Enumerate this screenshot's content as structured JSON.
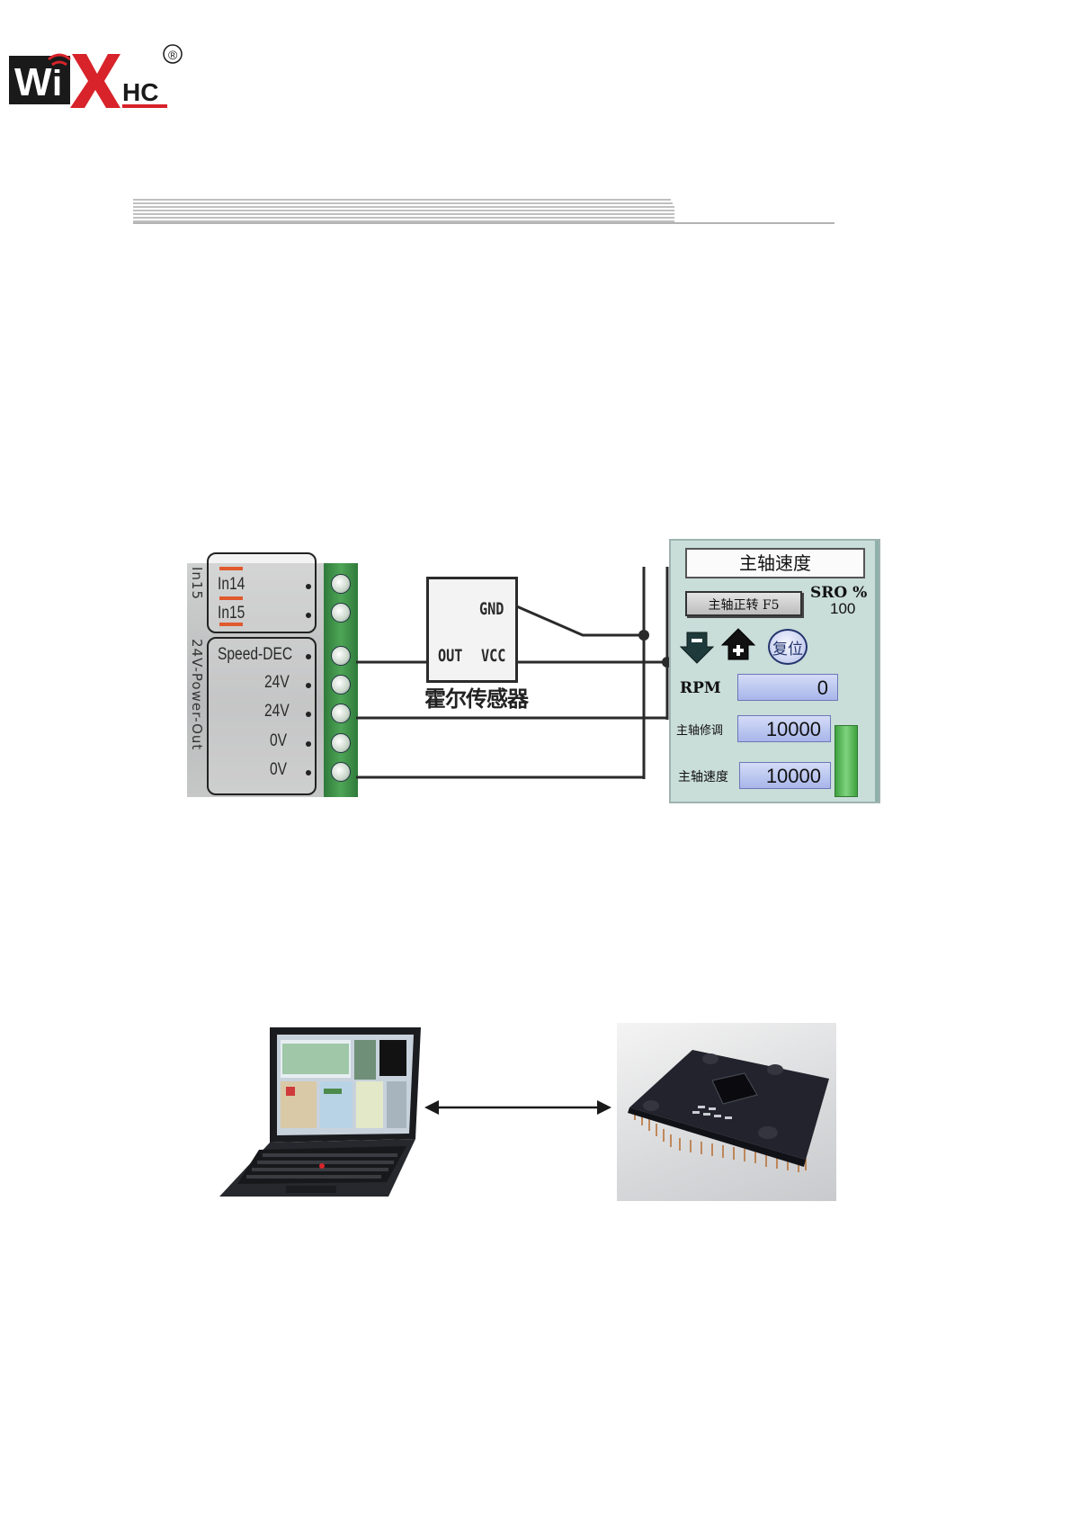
{
  "logo": {
    "text": "WiXHC",
    "registered_mark": "®"
  },
  "wiring_diagram": {
    "board": {
      "side_label_top": "In15",
      "side_label_bottom": "24V-Power-Out",
      "inputs": [
        "In14",
        "In15"
      ],
      "power_pins": [
        "Speed-DEC",
        "24V",
        "24V",
        "0V",
        "0V"
      ]
    },
    "sensor": {
      "pin_gnd": "GND",
      "pin_out": "OUT",
      "pin_vcc": "VCC",
      "name": "霍尔传感器"
    }
  },
  "spindle_panel": {
    "title": "主轴速度",
    "forward_button": "主轴正转 F5",
    "sro_label": "SRO %",
    "sro_value": "100",
    "decrease_icon": "minus-arrow-down-icon",
    "increase_icon": "plus-arrow-up-icon",
    "reset_button": "复位",
    "rpm_label": "RPM",
    "rpm_value": "0",
    "override_label": "主轴修调",
    "override_value": "10000",
    "speed_label": "主轴速度",
    "speed_value": "10000",
    "load_bar_color": "#4fb84f"
  },
  "communication": {
    "left_image": "laptop-computer",
    "right_image": "cpu-chip",
    "link": "bidirectional-arrow-icon"
  }
}
